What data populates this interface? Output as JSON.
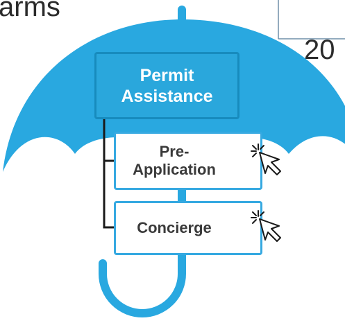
{
  "fragments": {
    "top_left": "arms",
    "right": "20"
  },
  "colors": {
    "umbrella": "#29a8e0",
    "connector": "#1a1a1a",
    "box_border": "#36a9e1",
    "permit_fill": "#2aa7dc"
  },
  "diagram": {
    "root": {
      "label_line1": "Permit",
      "label_line2": "Assistance"
    },
    "children": [
      {
        "label_line1": "Pre-",
        "label_line2": "Application",
        "icon": "click-cursor-icon"
      },
      {
        "label": "Concierge",
        "icon": "click-cursor-icon"
      }
    ]
  }
}
